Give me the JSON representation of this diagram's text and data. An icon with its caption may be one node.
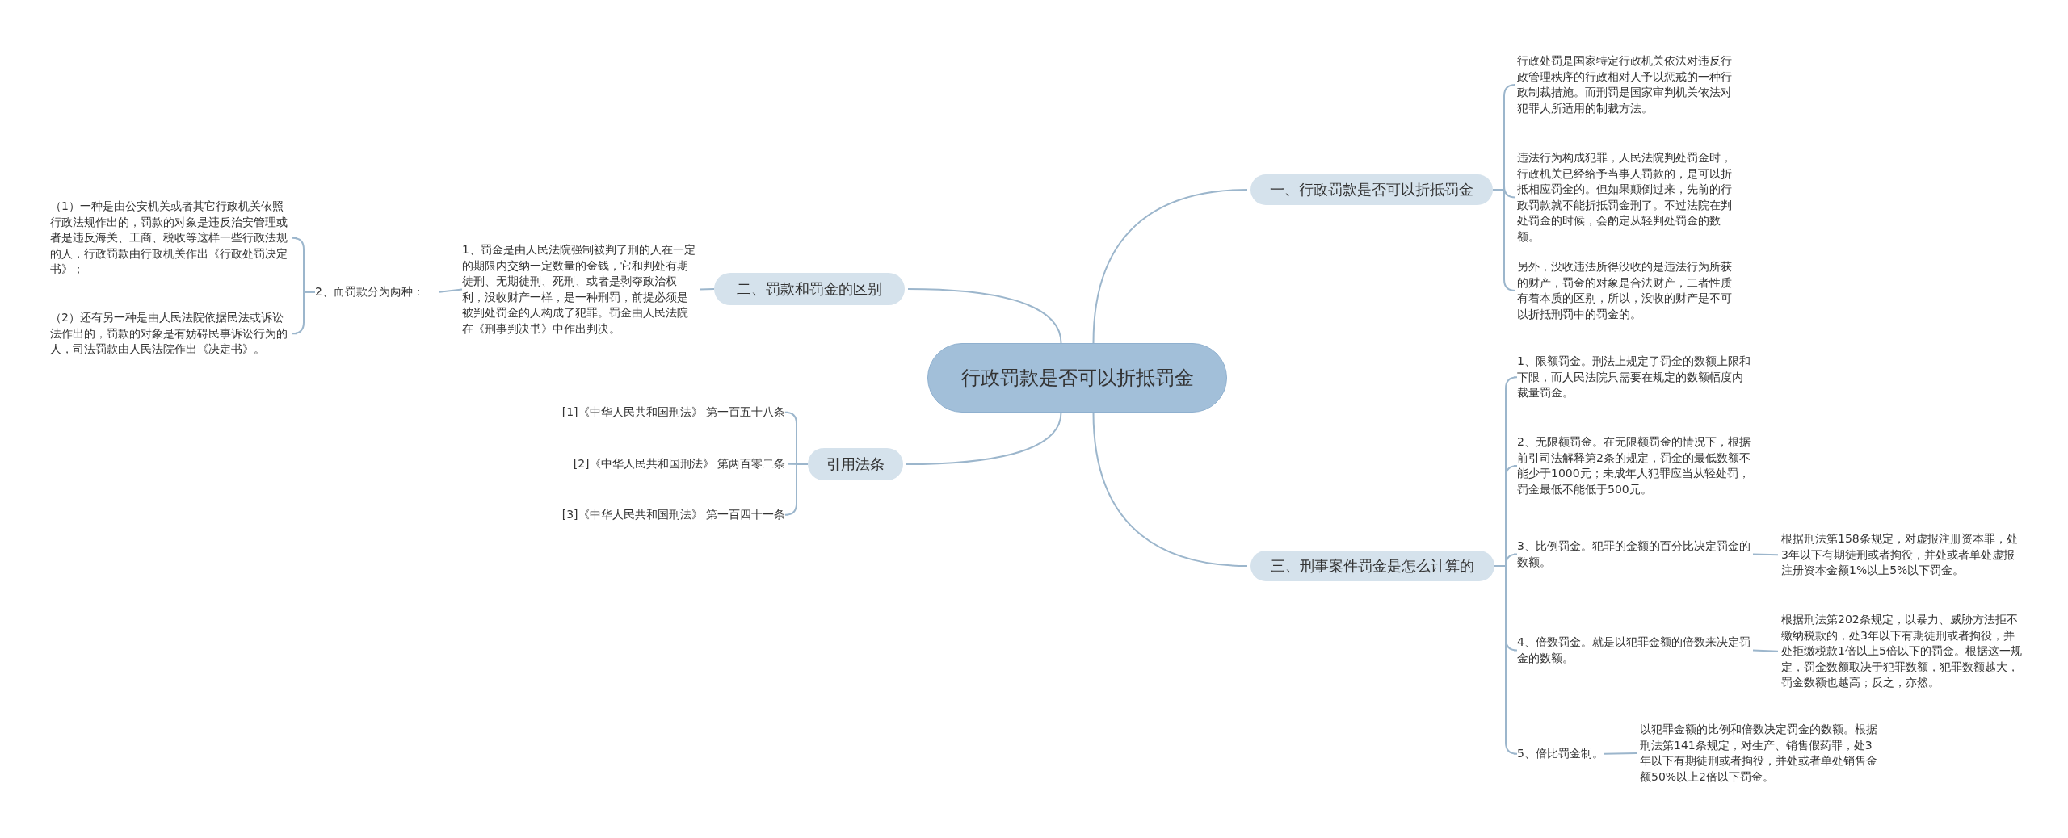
{
  "diagram": {
    "nodes": [
      {
        "text": [
          "行政罚款是否可以折抵罚金"
        ]
      },
      {
        "text": [
          "一、行政罚款是否可以折抵罚金"
        ]
      },
      {
        "text": [
          "行政处罚是国家特定行政机关依法对违反行政管理秩序的行政相对人予以惩戒的一种行政制裁措施。而刑罚是国家审判机关依法对犯罪人所适用的制裁方法。"
        ]
      },
      {
        "text": [
          "违法行为构成犯罪，人民法院判处罚金时，行政机关已经给予当事人罚款的，是可以折抵相应罚金的。但如果颠倒过来，先前的行政罚款就不能折抵罚金刑了。不过法院在判处罚金的时候，会酌定从轻判处罚金的数额。"
        ]
      },
      {
        "text": [
          "另外，没收违法所得没收的是违法行为所获的财产，罚金的对象是合法财产，二者性质有着本质的区别，所以，没收的财产是不可以折抵刑罚中的罚金的。"
        ]
      },
      {
        "text": [
          "二、罚款和罚金的区别"
        ]
      },
      {
        "text": [
          "1、罚金是由人民法院强制被判了刑的人在一定的期限内交纳一定数量的金钱，它和判处有期徒刑、无期徒刑、死刑、或者是剥夺政治权利，没收财产一样，是一种刑罚，前提必须是被判处罚金的人构成了犯罪。罚金由人民法院在《刑事判决书》中作出判决。"
        ]
      },
      {
        "text": [
          "2、而罚款分为两种："
        ]
      },
      {
        "text": [
          "（1）一种是由公安机关或者其它行政机关依照行政法规作出的，罚款的对象是违反治安管理或者是违反海关、工商、税收等这样一些行政法规的人，行政罚款由行政机关作出《行政处罚决定书》；"
        ]
      },
      {
        "text": [
          "（2）还有另一种是由人民法院依据民法或诉讼法作出的，罚款的对象是有妨碍民事诉讼行为的人，司法罚款由人民法院作出《决定书》。"
        ]
      },
      {
        "text": [
          "引用法条"
        ]
      },
      {
        "text": [
          "[1]《中华人民共和国刑法》 第一百五十八条"
        ]
      },
      {
        "text": [
          "[2]《中华人民共和国刑法》 第两百零二条"
        ]
      },
      {
        "text": [
          "[3]《中华人民共和国刑法》 第一百四十一条"
        ]
      },
      {
        "text": [
          "三、刑事案件罚金是怎么计算的"
        ]
      },
      {
        "text": [
          "1、限额罚金。刑法上规定了罚金的数额上限和下限，而人民法院只需要在规定的数额幅度内裁量罚金。"
        ]
      },
      {
        "text": [
          "2、无限额罚金。在无限额罚金的情况下，根据前引司法解释第2条的规定，罚金的最低数额不能少于1000元；未成年人犯罪应当从轻处罚，罚金最低不能低于500元。"
        ]
      },
      {
        "text": [
          "3、比例罚金。犯罪的金额的百分比决定罚金的数额。"
        ]
      },
      {
        "text": [
          "根据刑法第158条规定，对虚报注册资本罪，处3年以下有期徒刑或者拘役，并处或者单处虚报注册资本金额1%以上5%以下罚金。"
        ]
      },
      {
        "text": [
          "4、倍数罚金。就是以犯罪金额的倍数来决定罚金的数额。"
        ]
      },
      {
        "text": [
          "根据刑法第202条规定，以暴力、威胁方法拒不缴纳税款的，处3年以下有期徒刑或者拘役，并处拒缴税款1倍以上5倍以下的罚金。根据这一规定，罚金数额取决于犯罪数额，犯罪数额越大，罚金数额也越高；反之，亦然。"
        ]
      },
      {
        "text": [
          "5、倍比罚金制。"
        ]
      },
      {
        "text": [
          "以犯罪金额的比例和倍数决定罚金的数额。根据刑法第141条规定，对生产、销售假药罪，处3年以下有期徒刑或者拘役，并处或者单处销售金额50%以上2倍以下罚金。"
        ]
      }
    ],
    "edges": [
      {
        "from": 0,
        "to": 1,
        "arrow": "none"
      },
      {
        "from": 1,
        "to": 2,
        "arrow": "none"
      },
      {
        "from": 1,
        "to": 3,
        "arrow": "none"
      },
      {
        "from": 1,
        "to": 4,
        "arrow": "none"
      },
      {
        "from": 0,
        "to": 5,
        "arrow": "none"
      },
      {
        "from": 5,
        "to": 6,
        "arrow": "none"
      },
      {
        "from": 6,
        "to": 7,
        "arrow": "none"
      },
      {
        "from": 7,
        "to": 8,
        "arrow": "none"
      },
      {
        "from": 7,
        "to": 9,
        "arrow": "none"
      },
      {
        "from": 0,
        "to": 10,
        "arrow": "none"
      },
      {
        "from": 10,
        "to": 11,
        "arrow": "none"
      },
      {
        "from": 10,
        "to": 12,
        "arrow": "none"
      },
      {
        "from": 10,
        "to": 13,
        "arrow": "none"
      },
      {
        "from": 0,
        "to": 14,
        "arrow": "none"
      },
      {
        "from": 14,
        "to": 15,
        "arrow": "none"
      },
      {
        "from": 14,
        "to": 16,
        "arrow": "none"
      },
      {
        "from": 14,
        "to": 17,
        "arrow": "none"
      },
      {
        "from": 17,
        "to": 18,
        "arrow": "none"
      },
      {
        "from": 14,
        "to": 19,
        "arrow": "none"
      },
      {
        "from": 19,
        "to": 20,
        "arrow": "none"
      },
      {
        "from": 14,
        "to": 21,
        "arrow": "none"
      },
      {
        "from": 21,
        "to": 22,
        "arrow": "none"
      }
    ]
  }
}
